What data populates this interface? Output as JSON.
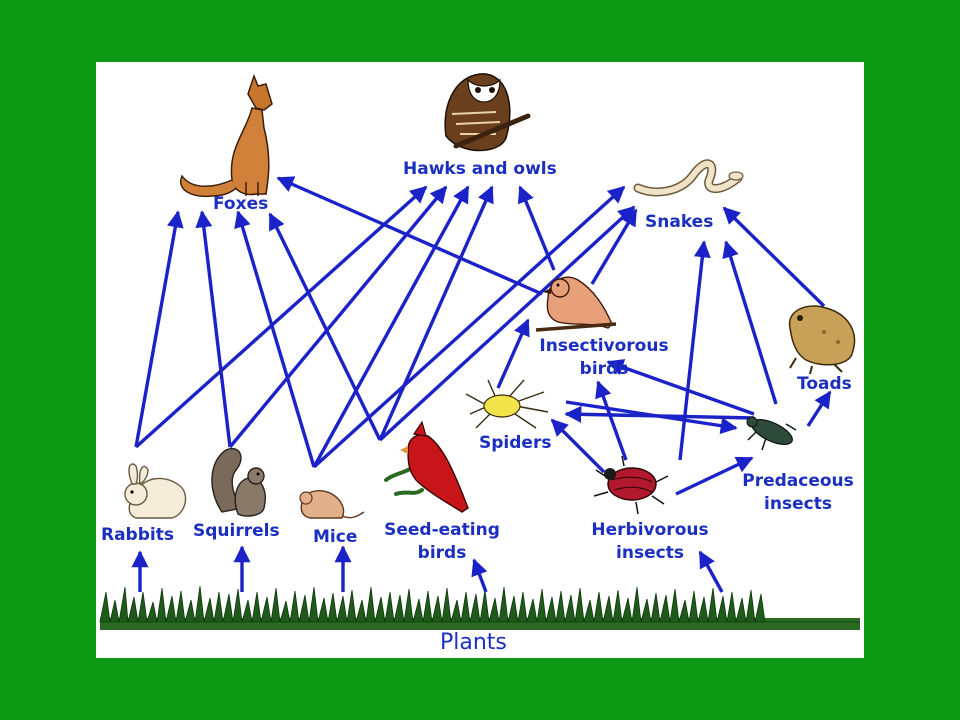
{
  "colors": {
    "background": "#0c9a14",
    "panel": "#ffffff",
    "arrow": "#1a22c8",
    "label": "#1b2fc0"
  },
  "labels": {
    "foxes": "Foxes",
    "hawks_owls": "Hawks and owls",
    "snakes": "Snakes",
    "insectivorous_birds_1": "Insectivorous",
    "insectivorous_birds_2": "birds",
    "toads": "Toads",
    "spiders": "Spiders",
    "predaceous_insects_1": "Predaceous",
    "predaceous_insects_2": "insects",
    "rabbits": "Rabbits",
    "squirrels": "Squirrels",
    "mice": "Mice",
    "seed_eating_birds_1": "Seed-eating",
    "seed_eating_birds_2": "birds",
    "herbivorous_insects_1": "Herbivorous",
    "herbivorous_insects_2": "insects",
    "plants": "Plants"
  },
  "icons": [
    "fox-icon",
    "owl-icon",
    "snake-icon",
    "bird-icon",
    "toad-icon",
    "spider-icon",
    "beetle-icon",
    "rabbit-icon",
    "squirrel-icon",
    "mouse-icon",
    "cardinal-icon",
    "leaf-beetle-icon",
    "grass-icon"
  ]
}
